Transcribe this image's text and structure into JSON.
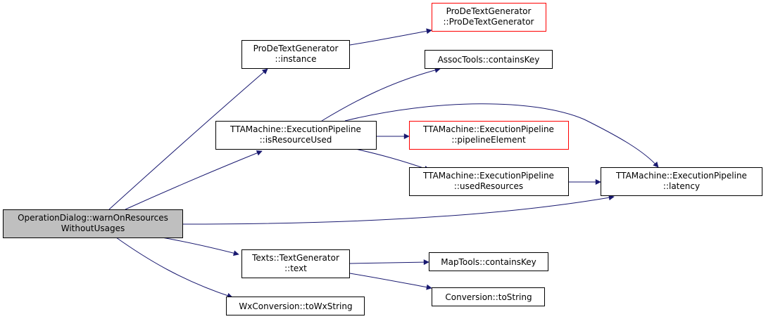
{
  "colors": {
    "edge": "#191970",
    "border_default": "#000000",
    "border_truncated": "#ff0000",
    "fill_root": "#bfbfbf",
    "fill_node": "#ffffff"
  },
  "nodes": {
    "root": {
      "line1": "OperationDialog::warnOnResources",
      "line2": "WithoutUsages"
    },
    "pdtg_instance": {
      "line1": "ProDeTextGenerator",
      "line2": "::instance"
    },
    "pdtg_ctor": {
      "line1": "ProDeTextGenerator",
      "line2": "::ProDeTextGenerator"
    },
    "assoc_contains": {
      "line1": "AssocTools::containsKey"
    },
    "ep_isresourceused": {
      "line1": "TTAMachine::ExecutionPipeline",
      "line2": "::isResourceUsed"
    },
    "ep_pipelineelement": {
      "line1": "TTAMachine::ExecutionPipeline",
      "line2": "::pipelineElement"
    },
    "ep_usedresources": {
      "line1": "TTAMachine::ExecutionPipeline",
      "line2": "::usedResources"
    },
    "ep_latency": {
      "line1": "TTAMachine::ExecutionPipeline",
      "line2": "::latency"
    },
    "texts_text": {
      "line1": "Texts::TextGenerator",
      "line2": "::text"
    },
    "map_contains": {
      "line1": "MapTools::containsKey"
    },
    "conv_tostring": {
      "line1": "Conversion::toString"
    },
    "wx_towxstring": {
      "line1": "WxConversion::toWxString"
    }
  }
}
